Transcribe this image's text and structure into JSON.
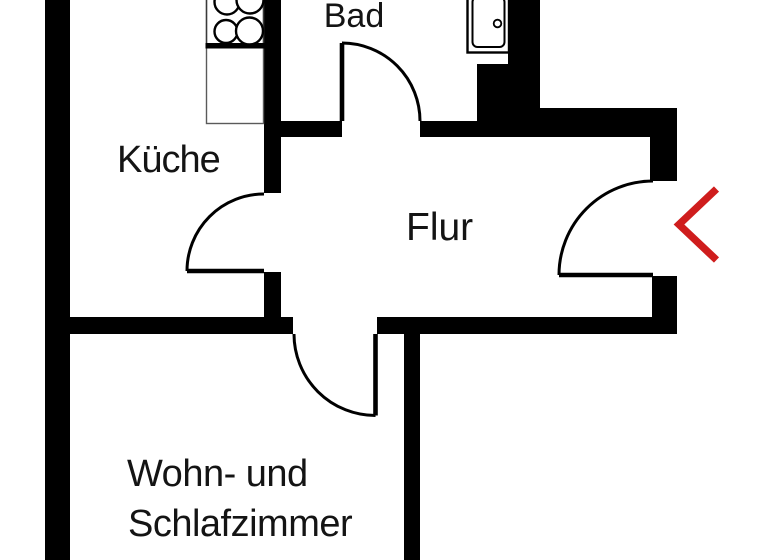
{
  "rooms": {
    "bad": {
      "label": "Bad"
    },
    "kueche": {
      "label": "Küche"
    },
    "flur": {
      "label": "Flur"
    },
    "wohn_schlafzimmer": {
      "label_line1": "Wohn- und",
      "label_line2": "Schlafzimmer"
    }
  },
  "fixtures": {
    "stove": {
      "icon": "stove-icon",
      "burner_count": 4
    },
    "bathtub": {
      "icon": "bathtub-icon"
    },
    "kitchen_counter": {
      "icon": "counter-icon"
    }
  },
  "entrance": {
    "icon": "entrance-chevron-icon",
    "color": "#cf1d1d"
  },
  "palette": {
    "wall": "#000000",
    "floor": "#ffffff",
    "label_text": "#141414",
    "counter_outline": "#5a5a5a"
  }
}
